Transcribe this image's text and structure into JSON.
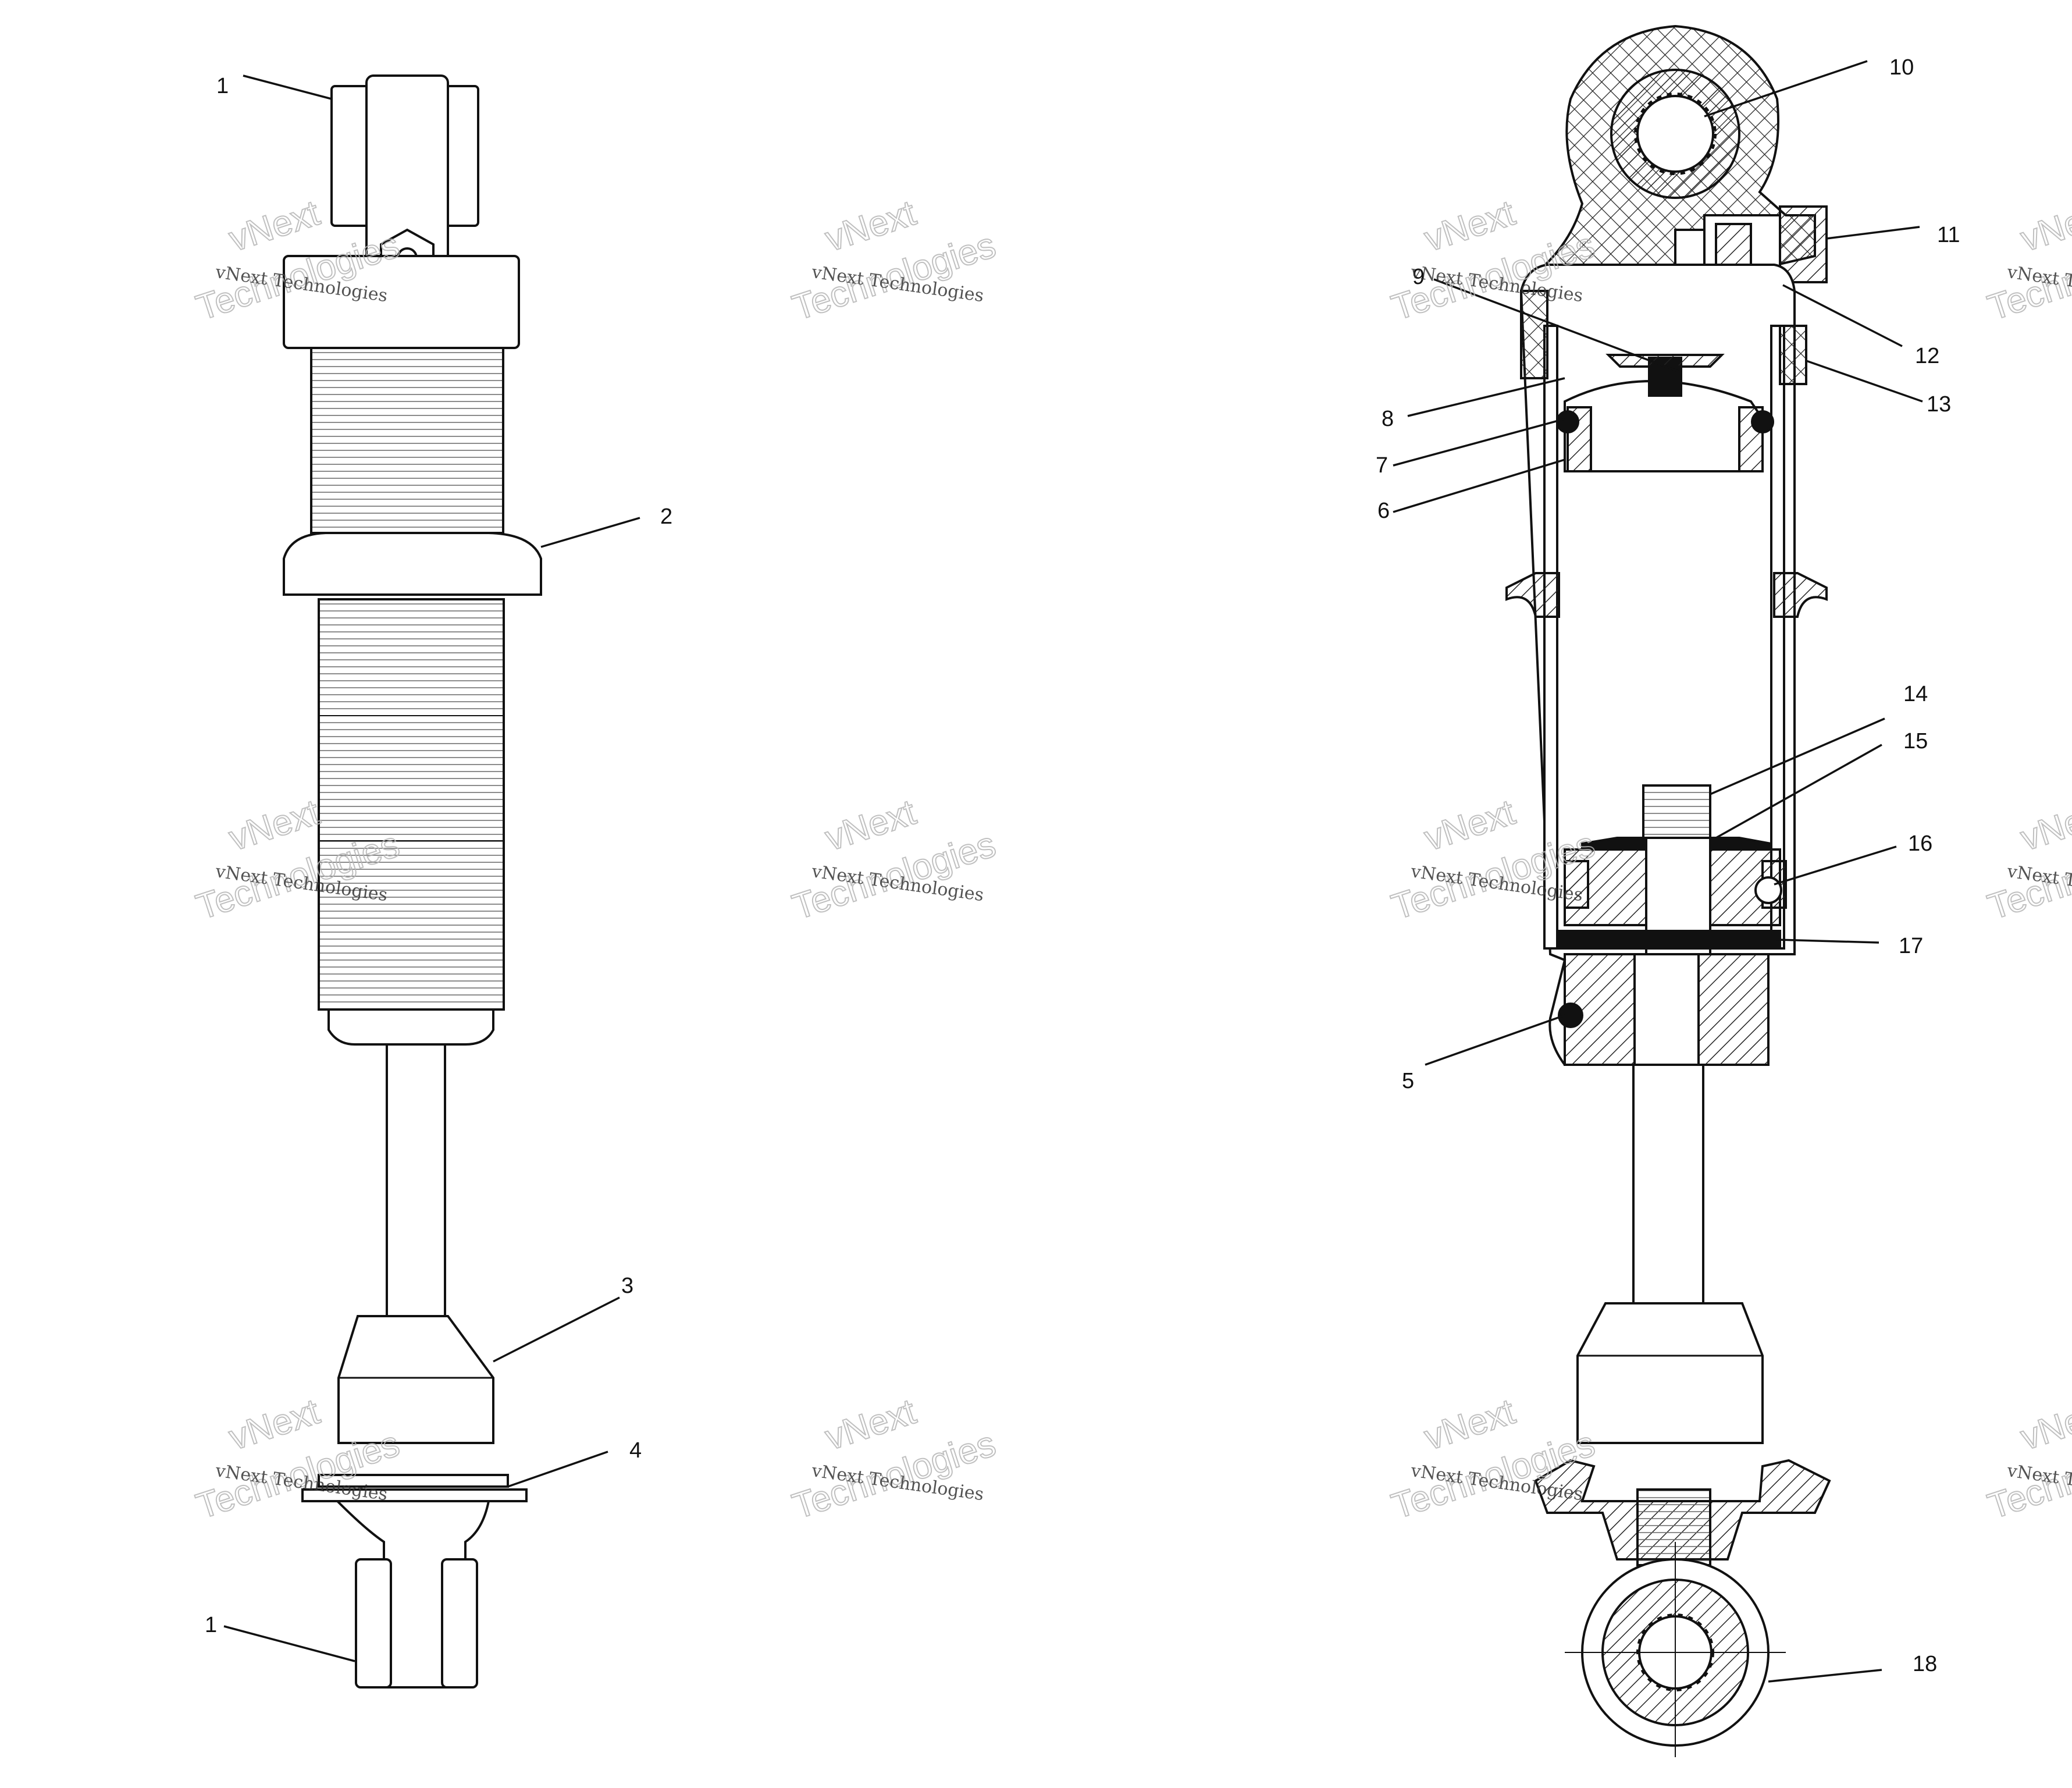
{
  "diagram": {
    "watermark_brand": "vNext",
    "watermark_small": "vNext Technologies",
    "watermark_large": "Technologies",
    "callouts": [
      {
        "id": "c1a",
        "text": "1"
      },
      {
        "id": "c2",
        "text": "2"
      },
      {
        "id": "c3",
        "text": "3"
      },
      {
        "id": "c4",
        "text": "4"
      },
      {
        "id": "c1b",
        "text": "1"
      },
      {
        "id": "c10",
        "text": "10"
      },
      {
        "id": "c11",
        "text": "11"
      },
      {
        "id": "c9",
        "text": "9"
      },
      {
        "id": "c12",
        "text": "12"
      },
      {
        "id": "c13",
        "text": "13"
      },
      {
        "id": "c8",
        "text": "8"
      },
      {
        "id": "c7",
        "text": "7"
      },
      {
        "id": "c6",
        "text": "6"
      },
      {
        "id": "c14",
        "text": "14"
      },
      {
        "id": "c15",
        "text": "15"
      },
      {
        "id": "c16",
        "text": "16"
      },
      {
        "id": "c17",
        "text": "17"
      },
      {
        "id": "c5",
        "text": "5"
      },
      {
        "id": "c18",
        "text": "18"
      }
    ]
  }
}
